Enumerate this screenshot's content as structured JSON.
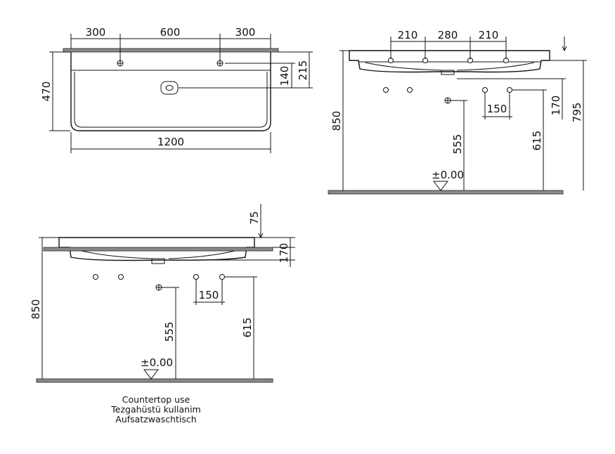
{
  "top_view": {
    "width_left": "300",
    "width_mid": "600",
    "width_right": "300",
    "total_width": "1200",
    "depth": "470",
    "depth_215": "215",
    "depth_140": "140"
  },
  "front_view": {
    "spacing_left": "210",
    "spacing_mid": "280",
    "spacing_right": "210",
    "height_850": "850",
    "height_795": "795",
    "height_170": "170",
    "height_555": "555",
    "height_615": "615",
    "spacing_150": "150",
    "zero_level": "±0.00"
  },
  "countertop_view": {
    "height_75": "75",
    "height_170": "170",
    "height_850": "850",
    "height_555": "555",
    "height_615": "615",
    "spacing_150": "150",
    "zero_level": "±0.00"
  },
  "caption": {
    "line1": "Countertop use",
    "line2": "Tezgahüstü kullanim",
    "line3": "Aufsatzwaschtisch"
  }
}
